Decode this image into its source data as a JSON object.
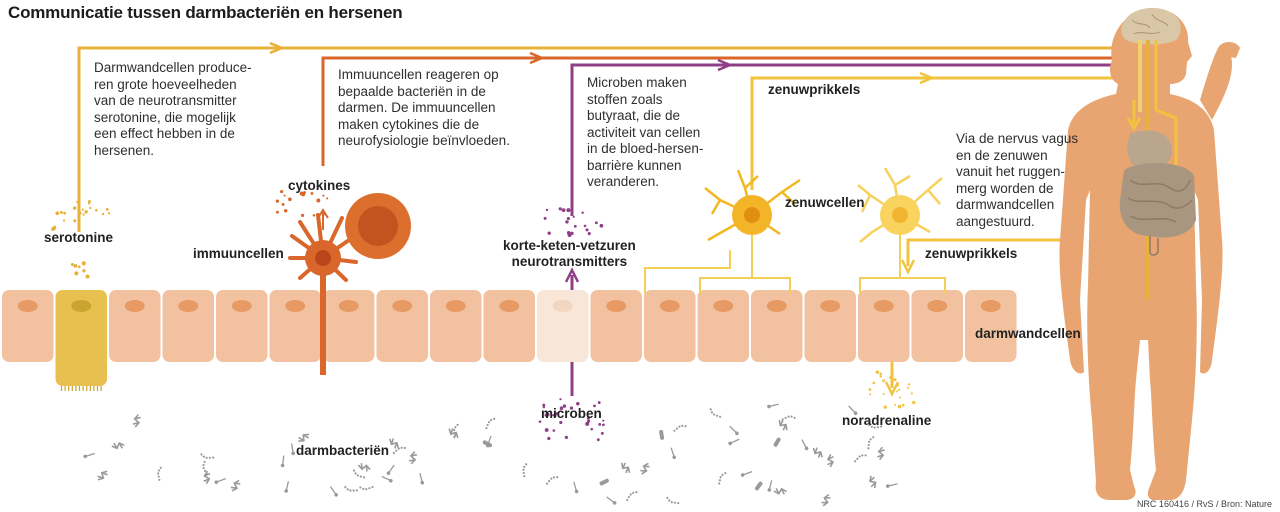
{
  "title": "Communicatie tussen darmbacteriën en hersenen",
  "paragraphs": {
    "darmwand": "Darmwandcellen produce-\nren grote hoeveelheden\nvan de neurotransmitter\nserotonine, die mogelijk\neen effect hebben in de\nhersenen.",
    "immuun": "Immuuncellen reageren op\nbepaalde bacteriën in de\ndarmen. De immuuncellen\nmaken cytokines die de\nneurofysiologie beïnvloeden.",
    "microben": "Microben maken\nstoffen zoals\nbutyraat, die de\nactiviteit van cellen\nin de bloed-hersen-\nbarrière kunnen\nveranderen.",
    "vagus": "Via de nervus vagus\nen de zenuwen\nvanuit het ruggen-\nmerg worden de\ndarmwandcellen\naangestuurd."
  },
  "labels": {
    "serotonine": "serotonine",
    "cytokines": "cytokines",
    "immuuncellen": "immuuncellen",
    "vetzuren": "korte-keten-vetzuren\nneurotransmitters",
    "zenuwprikkels_top": "zenuwprikkels",
    "zenuwcellen": "zenuwcellen",
    "zenuwprikkels_right": "zenuwprikkels",
    "darmwandcellen": "darmwandcellen",
    "microben": "microben",
    "darmbacterien": "darmbacteriën",
    "noradrenaline": "noradrenaline"
  },
  "credit": "NRC 160416 / RvS / Bron: Nature",
  "colors": {
    "serotonin_path": "#e8b23a",
    "immune_path": "#d9662a",
    "microbe_path": "#8e3f86",
    "nerve_path": "#f2c33c",
    "cell_fill": "#f2c2a0",
    "cell_nucleus": "#e79a63",
    "serotonin_cell": "#e8c050",
    "body_skin": "#e8a572",
    "bacteria": "#9a9a9a"
  }
}
